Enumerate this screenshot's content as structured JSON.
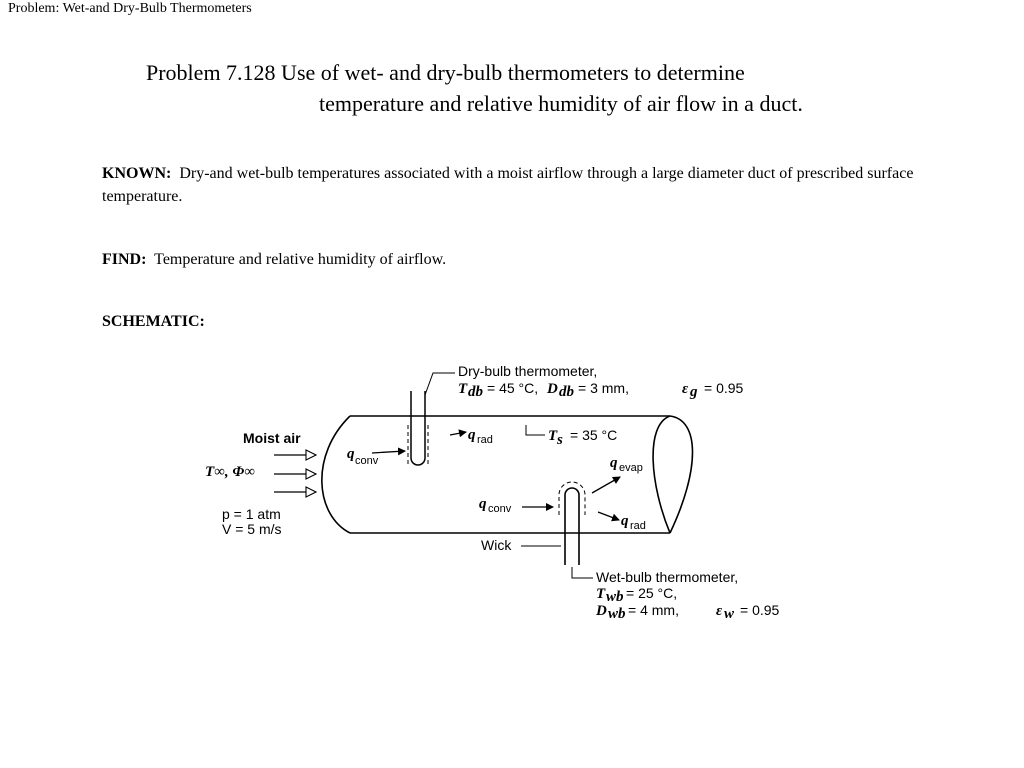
{
  "header": {
    "title": "Problem:  Wet-and Dry-Bulb Thermometers"
  },
  "title": {
    "line1": "Problem 7.128   Use of wet- and dry-bulb thermometers to determine",
    "line2": "temperature and relative humidity of air flow in a duct."
  },
  "known": {
    "label": "KNOWN:",
    "text": "Dry-and wet-bulb temperatures associated with a moist airflow through a large diameter duct of prescribed surface temperature."
  },
  "find": {
    "label": "FIND:",
    "text": "Temperature and relative humidity of airflow."
  },
  "schematic": {
    "label": "SCHEMATIC:",
    "diagram": {
      "dry_bulb": {
        "title": "Dry-bulb thermometer,",
        "T_sym": "T",
        "T_sub": "db",
        "T_val": "= 45 °C,",
        "D_sym": "D",
        "D_sub": "db",
        "D_val": "= 3 mm,",
        "e_sym": "ε",
        "e_sub": "g",
        "e_val": "= 0.95"
      },
      "moist_air": "Moist air",
      "t_inf": "T∞, Φ∞",
      "pressure": "p = 1 atm",
      "velocity": "V = 5 m/s",
      "q": "q",
      "conv": "conv",
      "rad": "rad",
      "evap": "evap",
      "surface": {
        "sym": "T",
        "sub": "s",
        "val": "= 35 °C"
      },
      "wick": "Wick",
      "wet_bulb": {
        "title": "Wet-bulb thermometer,",
        "T_sym": "T",
        "T_sub": "wb",
        "T_val": "= 25 °C,",
        "D_sym": "D",
        "D_sub": "wb",
        "D_val": "= 4 mm,",
        "e_sym": "ε",
        "e_sub": "w",
        "e_val": "= 0.95"
      }
    }
  }
}
